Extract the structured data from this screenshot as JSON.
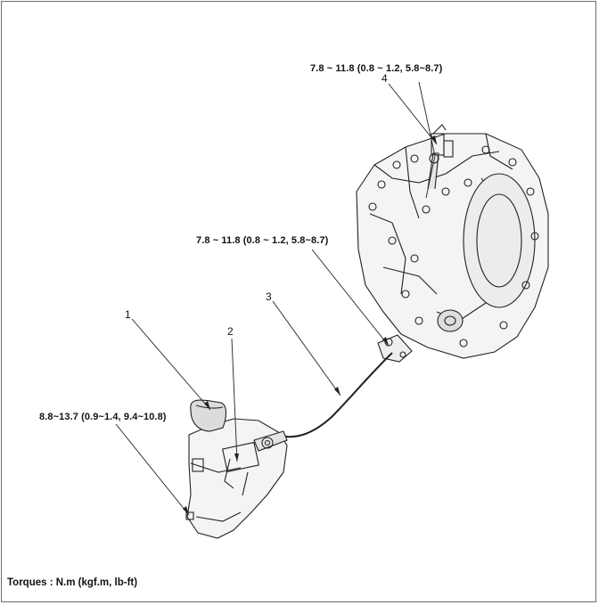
{
  "callouts": {
    "c1": "1",
    "c2": "2",
    "c3": "3",
    "c4": "4"
  },
  "torques": {
    "t_top": "7.8 ~ 11.8 (0.8 ~ 1.2, 5.8~8.7)",
    "t_mid": "7.8 ~ 11.8 (0.8 ~ 1.2, 5.8~8.7)",
    "t_left": "8.8~13.7 (0.9~1.4, 9.4~10.8)"
  },
  "footer": {
    "unit_note": "Torques : N.m (kgf.m, lb-ft)"
  }
}
